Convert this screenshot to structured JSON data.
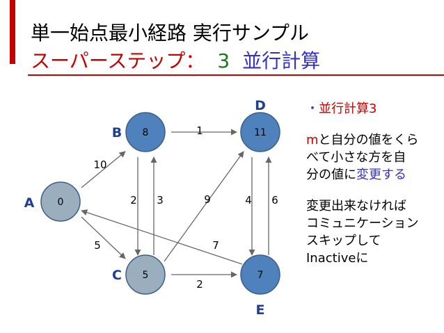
{
  "title": {
    "line1": "単一始点最小経路 実行サンプル",
    "line2_prefix": "スーパーステップ：",
    "line2_step": "3",
    "line2_suffix": "並行計算"
  },
  "graph": {
    "nodes": [
      {
        "id": "A",
        "value": "0"
      },
      {
        "id": "B",
        "value": "8"
      },
      {
        "id": "C",
        "value": "5"
      },
      {
        "id": "D",
        "value": "11"
      },
      {
        "id": "E",
        "value": "7"
      }
    ],
    "edges": [
      {
        "from": "A",
        "to": "B",
        "weight": "10"
      },
      {
        "from": "A",
        "to": "C",
        "weight": "5"
      },
      {
        "from": "B",
        "to": "D",
        "weight": "1"
      },
      {
        "from": "B",
        "to": "C",
        "weight": "2"
      },
      {
        "from": "C",
        "to": "B",
        "weight": "3"
      },
      {
        "from": "C",
        "to": "D",
        "weight": "9"
      },
      {
        "from": "C",
        "to": "E",
        "weight": "2"
      },
      {
        "from": "D",
        "to": "E",
        "weight": "4"
      },
      {
        "from": "E",
        "to": "D",
        "weight": "6"
      },
      {
        "from": "E",
        "to": "A",
        "weight": "7"
      }
    ]
  },
  "side": {
    "bullet": "・",
    "heading": "並行計算3",
    "p1_m": "m",
    "p1_line1": "と自分の値をくら",
    "p1_line2": "べて小さな方を自",
    "p1_line3a": "分の値に",
    "p1_line3b": "変更する",
    "p2_line1": "変更出来なければ",
    "p2_line2": "コミュニケーション",
    "p2_line3": "スキップして",
    "p2_line4": "Inactiveに"
  },
  "colors": {
    "accent_red": "#c40000",
    "accent_blue": "#3333cc",
    "step_green": "#1a7a1a",
    "node_active": "#4f81bd",
    "node_inactive": "#9aaebd",
    "label_blue": "#1f3f8f"
  }
}
